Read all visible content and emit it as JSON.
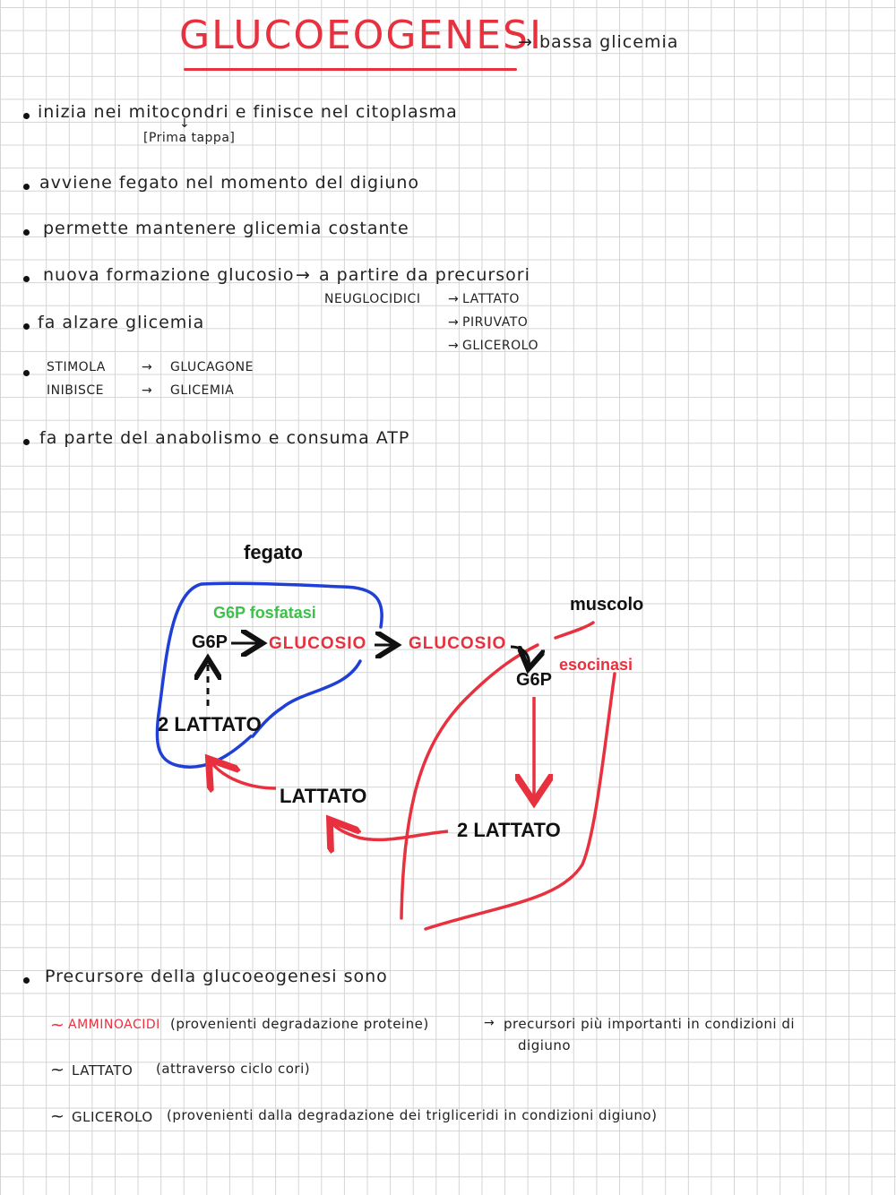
{
  "title": "GLUCOEOGENESI",
  "title_note": "bassa glicemia",
  "bullets": {
    "b1": "inizia nei mitocondri e finisce nel citoplasma",
    "b1_note": "[Prima tappa]",
    "b2": "avviene fegato nel momento del digiuno",
    "b3": "permette mantenere glicemia costante",
    "b4": "nuova formazione glucosio",
    "b4_cont": "a partire da precursori",
    "b4_kind": "NEUGLOCIDICI",
    "precursors": [
      "LATTATO",
      "PIRUVATO",
      "GLICEROLO"
    ],
    "b5": "fa alzare glicemia",
    "b6_line1": "STIMOLA",
    "b6_line1_target": "GLUCAGONE",
    "b6_line2": "INIBISCE",
    "b6_line2_target": "GLICEMIA",
    "b7": "fa parte del anabolismo e consuma ATP"
  },
  "diagram": {
    "liver_label": "fegato",
    "muscle_label": "muscolo",
    "enzyme_liver": "G6P fosfatasi",
    "enzyme_muscle": "esocinasi",
    "liver_g6p": "G6P",
    "liver_glucose": "GLUCOSIO",
    "transit_glucose": "GLUCOSIO",
    "muscle_g6p": "G6P",
    "liver_lactate": "2 LATTATO",
    "blood_lactate": "LATTATO",
    "muscle_lactate": "2 LATTATO",
    "colors": {
      "blue": "#1f3fd6",
      "red": "#e8313f",
      "green": "#3cc24a",
      "black": "#111111"
    }
  },
  "precursors_section": {
    "heading": "Precursore della glucoeogenesi sono",
    "items": [
      {
        "marker": "~",
        "name": "AMMINOACIDI",
        "detail": "(provenienti degradazione proteine)",
        "note": "precursori più importanti in condizioni di",
        "note2": "digiuno"
      },
      {
        "marker": "~",
        "name": "LATTATO",
        "detail": "(attraverso ciclo cori)"
      },
      {
        "marker": "~",
        "name": "GLICEROLO",
        "detail": "(provenienti dalla degradazione dei trigliceridi in condizioni digiuno)"
      }
    ]
  }
}
